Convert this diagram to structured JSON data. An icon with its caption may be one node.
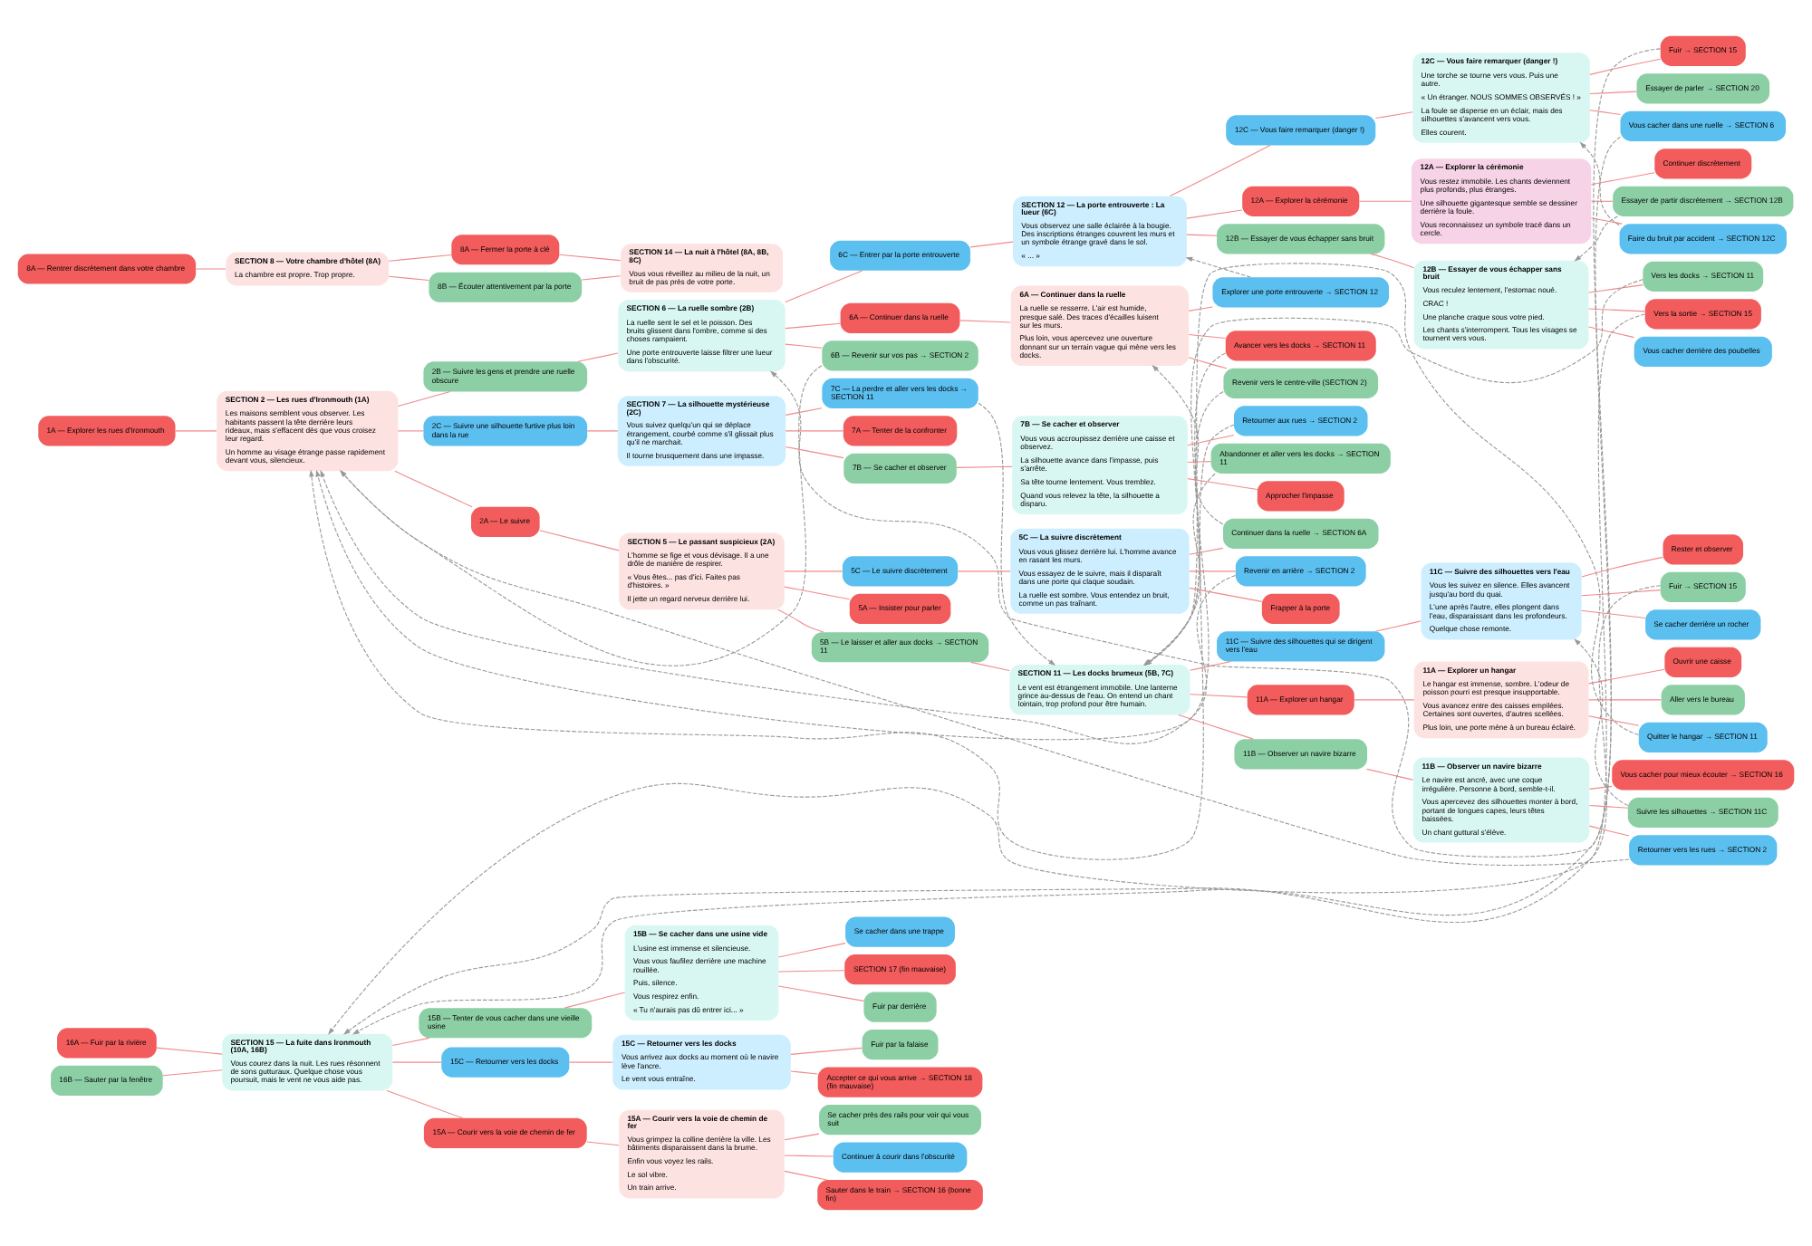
{
  "diagram": {
    "nodes": [
      {
        "text": [
          "1A — Explorer les rues d'Ironmouth"
        ]
      },
      {
        "text": [
          "SECTION 2 — Les rues d'Ironmouth (1A)",
          "Les maisons semblent vous observer. Les habitants passent la tête derrière leurs rideaux, mais s'effacent dès que vous croisez leur regard.",
          "Un homme au visage étrange passe rapidement devant vous, silencieux."
        ]
      },
      {
        "text": [
          "2A — Le suivre"
        ]
      },
      {
        "text": [
          "2B — Suivre les gens et prendre une ruelle obscure"
        ]
      },
      {
        "text": [
          "2C — Suivre une silhouette furtive plus loin dans la rue"
        ]
      },
      {
        "text": [
          "SECTION 5 — Le passant suspicieux (2A)",
          "L'homme se fige et vous dévisage. Il a une drôle de manière de respirer.",
          "« Vous êtes... pas d'ici. Faites pas d'histoires. »",
          "Il jette un regard nerveux derrière lui."
        ]
      },
      {
        "text": [
          "5A — Insister pour parler"
        ]
      },
      {
        "text": [
          "5B — Le laisser et aller aux docks → SECTION 11"
        ]
      },
      {
        "text": [
          "5C — Le suivre discrètement"
        ]
      },
      {
        "text": [
          "SECTION 11 — Les docks brumeux (5B, 7C)",
          "Le vent est étrangement immobile. Une lanterne grince au-dessus de l'eau. On entend un chant lointain, trop profond pour être humain."
        ]
      },
      {
        "text": [
          "11A — Explorer un hangar"
        ]
      },
      {
        "text": [
          "11B — Observer un navire bizarre"
        ]
      },
      {
        "text": [
          "11C — Suivre des silhouettes qui se dirigent vers l'eau"
        ]
      },
      {
        "text": [
          "11A — Explorer un hangar",
          "Le hangar est immense, sombre. L'odeur de poisson pourri est presque insupportable.",
          "Vous avancez entre des caisses empilées. Certaines sont ouvertes, d'autres scellées.",
          "Plus loin, une porte mène à un bureau éclairé."
        ]
      },
      {
        "text": [
          "Ouvrir une caisse"
        ]
      },
      {
        "text": [
          "Aller vers le bureau"
        ]
      },
      {
        "text": [
          "Quitter le hangar → SECTION 11"
        ]
      },
      {
        "text": [
          "11B — Observer un navire bizarre",
          "Le navire est ancré, avec une coque irrégulière. Personne à bord, semble-t-il.",
          "Vous apercevez des silhouettes monter à bord, portant de longues capes, leurs têtes baissées.",
          "Un chant guttural s'élève."
        ]
      },
      {
        "text": [
          "Vous cacher pour mieux écouter → SECTION 16"
        ]
      },
      {
        "text": [
          "Suivre les silhouettes → SECTION 11C"
        ]
      },
      {
        "text": [
          "Retourner vers les rues → SECTION 2"
        ]
      },
      {
        "text": [
          "11C — Suivre des silhouettes vers l'eau",
          "Vous les suivez en silence. Elles avancent jusqu'au bord du quai.",
          "L'une après l'autre, elles plongent dans l'eau, disparaissant dans les profondeurs.",
          "Quelque chose remonte."
        ]
      },
      {
        "text": [
          "Rester et observer"
        ]
      },
      {
        "text": [
          "Fuir → SECTION 15"
        ]
      },
      {
        "text": [
          "Se cacher derrière un rocher"
        ]
      },
      {
        "text": [
          "5C — La suivre discrètement",
          "Vous vous glissez derrière lui. L'homme avance en rasant les murs.",
          "Vous essayez de le suivre, mais il disparaît dans une porte qui claque soudain.",
          "La ruelle est sombre. Vous entendez un bruit, comme un pas traînant."
        ]
      },
      {
        "text": [
          "Frapper à la porte"
        ]
      },
      {
        "text": [
          "Continuer dans la ruelle → SECTION 6A"
        ]
      },
      {
        "text": [
          "Revenir en arrière → SECTION 2"
        ]
      },
      {
        "text": [
          "SECTION 6 — La ruelle sombre (2B)",
          "La ruelle sent le sel et le poisson. Des bruits glissent dans l'ombre, comme si des choses rampaient.",
          "Une porte entrouverte laisse filtrer une lueur dans l'obscurité."
        ]
      },
      {
        "text": [
          "6A — Continuer dans la ruelle"
        ]
      },
      {
        "text": [
          "6B — Revenir sur vos pas → SECTION 2"
        ]
      },
      {
        "text": [
          "6C — Entrer par la porte entrouverte"
        ]
      },
      {
        "text": [
          "6A — Continuer dans la ruelle",
          "La ruelle se resserre. L'air est humide, presque salé. Des traces d'écailles luisent sur les murs.",
          "Plus loin, vous apercevez une ouverture donnant sur un terrain vague qui mène vers les docks."
        ]
      },
      {
        "text": [
          "Avancer vers les docks → SECTION 11"
        ]
      },
      {
        "text": [
          "Revenir vers le centre-ville (SECTION 2)"
        ]
      },
      {
        "text": [
          "Explorer une porte entrouverte → SECTION 12"
        ]
      },
      {
        "text": [
          "SECTION 12 — La porte entrouverte : La lueur (6C)",
          "Vous observez une salle éclairée à la bougie. Des inscriptions étranges couvrent les murs et un symbole étrange gravé dans le sol.",
          "« ... »"
        ]
      },
      {
        "text": [
          "12A — Explorer la cérémonie"
        ]
      },
      {
        "text": [
          "12B — Essayer de vous échapper sans bruit"
        ]
      },
      {
        "text": [
          "12C — Vous faire remarquer (danger !)"
        ]
      },
      {
        "text": [
          "12A — Explorer la cérémonie",
          "Vous restez immobile. Les chants deviennent plus profonds, plus étranges.",
          "Une silhouette gigantesque semble se dessiner derrière la foule.",
          "Vous reconnaissez un symbole tracé dans un cercle."
        ]
      },
      {
        "text": [
          "Continuer discrètement"
        ]
      },
      {
        "text": [
          "Essayer de partir discrètement → SECTION 12B"
        ]
      },
      {
        "text": [
          "Faire du bruit par accident → SECTION 12C"
        ]
      },
      {
        "text": [
          "12B — Essayer de vous échapper sans bruit",
          "Vous reculez lentement, l'estomac noué.",
          "CRAC !",
          "Une planche craque sous votre pied.",
          "Les chants s'interrompent. Tous les visages se tournent vers vous."
        ]
      },
      {
        "text": [
          "Vers la sortie → SECTION 15"
        ]
      },
      {
        "text": [
          "Vers les docks → SECTION 11"
        ]
      },
      {
        "text": [
          "Vous cacher derrière des poubelles"
        ]
      },
      {
        "text": [
          "12C — Vous faire remarquer (danger !)",
          "Une torche se tourne vers vous. Puis une autre.",
          "« Un étranger. NOUS SOMMES OBSERVÉS ! »",
          "La foule se disperse en un éclair, mais des silhouettes s'avancent vers vous.",
          "Elles courent."
        ]
      },
      {
        "text": [
          "Fuir → SECTION 15"
        ]
      },
      {
        "text": [
          "Essayer de parler → SECTION 20"
        ]
      },
      {
        "text": [
          "Vous cacher dans une ruelle → SECTION 6"
        ]
      },
      {
        "text": [
          "SECTION 7 — La silhouette mystérieuse (2C)",
          "Vous suivez quelqu'un qui se déplace étrangement, courbé comme s'il glissait plus qu'il ne marchait.",
          "Il tourne brusquement dans une impasse."
        ]
      },
      {
        "text": [
          "7A — Tenter de la confronter"
        ]
      },
      {
        "text": [
          "7B — Se cacher et observer"
        ]
      },
      {
        "text": [
          "7C — La perdre et aller vers les docks → SECTION 11"
        ]
      },
      {
        "text": [
          "7B — Se cacher et observer",
          "Vous vous accroupissez derrière une caisse et observez.",
          "La silhouette avance dans l'impasse, puis s'arrête.",
          "Sa tête tourne lentement. Vous tremblez.",
          "Quand vous relevez la tête, la silhouette a disparu."
        ]
      },
      {
        "text": [
          "Approcher l'impasse"
        ]
      },
      {
        "text": [
          "Abandonner et aller vers les docks → SECTION 11"
        ]
      },
      {
        "text": [
          "Retourner aux rues → SECTION 2"
        ]
      },
      {
        "text": [
          "SECTION 15 — La fuite dans Ironmouth (10A, 16B)",
          "Vous courez dans la nuit. Les rues résonnent de sons gutturaux. Quelque chose vous poursuit, mais le vent ne vous aide pas."
        ]
      },
      {
        "text": [
          "16A — Fuir par la rivière"
        ]
      },
      {
        "text": [
          "16B — Sauter par la fenêtre"
        ]
      },
      {
        "text": [
          "15A — Courir vers la voie de chemin de fer"
        ]
      },
      {
        "text": [
          "15B — Tenter de vous cacher dans une vieille usine"
        ]
      },
      {
        "text": [
          "15C — Retourner vers les docks"
        ]
      },
      {
        "text": [
          "15A — Courir vers la voie de chemin de fer",
          "Vous grimpez la colline derrière la ville. Les bâtiments disparaissent dans la brume.",
          "Enfin vous voyez les rails.",
          "Le sol vibre.",
          "Un train arrive."
        ]
      },
      {
        "text": [
          "Sauter dans le train → SECTION 16 (bonne fin)"
        ]
      },
      {
        "text": [
          "Se cacher près des rails pour voir qui vous suit"
        ]
      },
      {
        "text": [
          "Continuer à courir dans l'obscurité"
        ]
      },
      {
        "text": [
          "15B — Se cacher dans une usine vide",
          "L'usine est immense et silencieuse.",
          "Vous vous faufilez derrière une machine rouillée.",
          "Puis, silence.",
          "Vous respirez enfin.",
          "« Tu n'aurais pas dû entrer ici... »"
        ]
      },
      {
        "text": [
          "SECTION 17 (fin mauvaise)"
        ]
      },
      {
        "text": [
          "Fuir par derrière"
        ]
      },
      {
        "text": [
          "Se cacher dans une trappe"
        ]
      },
      {
        "text": [
          "15C — Retourner vers les docks",
          "Vous arrivez aux docks au moment où le navire lève l'ancre.",
          "Le vent vous entraîne."
        ]
      },
      {
        "text": [
          "Accepter ce qui vous arrive → SECTION 18 (fin mauvaise)"
        ]
      },
      {
        "text": [
          "Fuir par la falaise"
        ]
      },
      {
        "text": [
          "8A — Rentrer discrètement dans votre chambre"
        ]
      },
      {
        "text": [
          "SECTION 8 — Votre chambre d'hôtel (8A)",
          "La chambre est propre. Trop propre."
        ]
      },
      {
        "text": [
          "8A — Fermer la porte à clé"
        ]
      },
      {
        "text": [
          "8B — Écouter attentivement par la porte"
        ]
      },
      {
        "text": [
          "SECTION 14 — La nuit à l'hôtel (8A, 8B, 8C)",
          "Vous vous réveillez au milieu de la nuit, un bruit de pas près de votre porte."
        ]
      }
    ],
    "edges": [
      {
        "from": 0,
        "to": 1,
        "arrow": "none"
      },
      {
        "from": 1,
        "to": 2,
        "arrow": "none"
      },
      {
        "from": 1,
        "to": 3,
        "arrow": "none"
      },
      {
        "from": 1,
        "to": 4,
        "arrow": "none"
      },
      {
        "from": 2,
        "to": 5,
        "arrow": "none"
      },
      {
        "from": 5,
        "to": 6,
        "arrow": "none"
      },
      {
        "from": 5,
        "to": 7,
        "arrow": "none"
      },
      {
        "from": 5,
        "to": 8,
        "arrow": "none"
      },
      {
        "from": 7,
        "to": 9,
        "arrow": "none"
      },
      {
        "from": 9,
        "to": 10,
        "arrow": "none"
      },
      {
        "from": 9,
        "to": 11,
        "arrow": "none"
      },
      {
        "from": 9,
        "to": 12,
        "arrow": "none"
      },
      {
        "from": 10,
        "to": 13,
        "arrow": "none"
      },
      {
        "from": 13,
        "to": 14,
        "arrow": "none"
      },
      {
        "from": 13,
        "to": 15,
        "arrow": "none"
      },
      {
        "from": 13,
        "to": 16,
        "arrow": "none"
      },
      {
        "from": 11,
        "to": 17,
        "arrow": "none"
      },
      {
        "from": 17,
        "to": 18,
        "arrow": "none"
      },
      {
        "from": 17,
        "to": 19,
        "arrow": "none"
      },
      {
        "from": 17,
        "to": 20,
        "arrow": "none"
      },
      {
        "from": 12,
        "to": 21,
        "arrow": "none"
      },
      {
        "from": 21,
        "to": 22,
        "arrow": "none"
      },
      {
        "from": 21,
        "to": 23,
        "arrow": "none"
      },
      {
        "from": 21,
        "to": 24,
        "arrow": "none"
      },
      {
        "from": 8,
        "to": 25,
        "arrow": "none"
      },
      {
        "from": 25,
        "to": 26,
        "arrow": "none"
      },
      {
        "from": 25,
        "to": 27,
        "arrow": "none"
      },
      {
        "from": 25,
        "to": 28,
        "arrow": "none"
      },
      {
        "from": 3,
        "to": 29,
        "arrow": "none"
      },
      {
        "from": 29,
        "to": 30,
        "arrow": "none"
      },
      {
        "from": 29,
        "to": 31,
        "arrow": "none"
      },
      {
        "from": 29,
        "to": 32,
        "arrow": "none"
      },
      {
        "from": 30,
        "to": 33,
        "arrow": "none"
      },
      {
        "from": 33,
        "to": 34,
        "arrow": "none"
      },
      {
        "from": 33,
        "to": 35,
        "arrow": "none"
      },
      {
        "from": 33,
        "to": 36,
        "arrow": "none"
      },
      {
        "from": 32,
        "to": 37,
        "arrow": "none"
      },
      {
        "from": 37,
        "to": 38,
        "arrow": "none"
      },
      {
        "from": 37,
        "to": 39,
        "arrow": "none"
      },
      {
        "from": 37,
        "to": 40,
        "arrow": "none"
      },
      {
        "from": 38,
        "to": 41,
        "arrow": "none"
      },
      {
        "from": 41,
        "to": 42,
        "arrow": "none"
      },
      {
        "from": 41,
        "to": 43,
        "arrow": "none"
      },
      {
        "from": 41,
        "to": 44,
        "arrow": "none"
      },
      {
        "from": 39,
        "to": 45,
        "arrow": "none"
      },
      {
        "from": 45,
        "to": 46,
        "arrow": "none"
      },
      {
        "from": 45,
        "to": 47,
        "arrow": "none"
      },
      {
        "from": 45,
        "to": 48,
        "arrow": "none"
      },
      {
        "from": 40,
        "to": 49,
        "arrow": "none"
      },
      {
        "from": 49,
        "to": 50,
        "arrow": "none"
      },
      {
        "from": 49,
        "to": 51,
        "arrow": "none"
      },
      {
        "from": 49,
        "to": 52,
        "arrow": "none"
      },
      {
        "from": 4,
        "to": 53,
        "arrow": "none"
      },
      {
        "from": 53,
        "to": 54,
        "arrow": "none"
      },
      {
        "from": 53,
        "to": 55,
        "arrow": "none"
      },
      {
        "from": 53,
        "to": 56,
        "arrow": "none"
      },
      {
        "from": 55,
        "to": 57,
        "arrow": "none"
      },
      {
        "from": 57,
        "to": 58,
        "arrow": "none"
      },
      {
        "from": 57,
        "to": 59,
        "arrow": "none"
      },
      {
        "from": 57,
        "to": 60,
        "arrow": "none"
      },
      {
        "from": 62,
        "to": 61,
        "arrow": "none"
      },
      {
        "from": 63,
        "to": 61,
        "arrow": "none"
      },
      {
        "from": 61,
        "to": 64,
        "arrow": "none"
      },
      {
        "from": 61,
        "to": 65,
        "arrow": "none"
      },
      {
        "from": 61,
        "to": 66,
        "arrow": "none"
      },
      {
        "from": 64,
        "to": 67,
        "arrow": "none"
      },
      {
        "from": 67,
        "to": 68,
        "arrow": "none"
      },
      {
        "from": 67,
        "to": 69,
        "arrow": "none"
      },
      {
        "from": 67,
        "to": 70,
        "arrow": "none"
      },
      {
        "from": 65,
        "to": 71,
        "arrow": "none"
      },
      {
        "from": 71,
        "to": 72,
        "arrow": "none"
      },
      {
        "from": 71,
        "to": 73,
        "arrow": "none"
      },
      {
        "from": 71,
        "to": 74,
        "arrow": "none"
      },
      {
        "from": 66,
        "to": 75,
        "arrow": "none"
      },
      {
        "from": 75,
        "to": 76,
        "arrow": "none"
      },
      {
        "from": 75,
        "to": 77,
        "arrow": "none"
      },
      {
        "from": 78,
        "to": 79,
        "arrow": "none"
      },
      {
        "from": 79,
        "to": 80,
        "arrow": "none"
      },
      {
        "from": 79,
        "to": 81,
        "arrow": "none"
      },
      {
        "from": 80,
        "to": 82,
        "arrow": "none"
      },
      {
        "from": 81,
        "to": 82,
        "arrow": "none"
      },
      {
        "from": 16,
        "to": 9,
        "arrow": "to",
        "style": "dashed",
        "color": "#999999"
      },
      {
        "from": 19,
        "to": 21,
        "arrow": "to",
        "style": "dashed",
        "color": "#999999"
      },
      {
        "from": 20,
        "to": 1,
        "arrow": "to",
        "style": "dashed",
        "color": "#999999"
      },
      {
        "from": 23,
        "to": 61,
        "arrow": "to",
        "style": "dashed",
        "color": "#999999"
      },
      {
        "from": 27,
        "to": 33,
        "arrow": "to",
        "style": "dashed",
        "color": "#999999"
      },
      {
        "from": 28,
        "to": 1,
        "arrow": "to",
        "style": "dashed",
        "color": "#999999"
      },
      {
        "from": 31,
        "to": 1,
        "arrow": "to",
        "style": "dashed",
        "color": "#999999"
      },
      {
        "from": 34,
        "to": 9,
        "arrow": "to",
        "style": "dashed",
        "color": "#999999"
      },
      {
        "from": 35,
        "to": 1,
        "arrow": "to",
        "style": "dashed",
        "color": "#999999"
      },
      {
        "from": 36,
        "to": 37,
        "arrow": "to",
        "style": "dashed",
        "color": "#999999"
      },
      {
        "from": 43,
        "to": 45,
        "arrow": "to",
        "style": "dashed",
        "color": "#999999"
      },
      {
        "from": 44,
        "to": 49,
        "arrow": "to",
        "style": "dashed",
        "color": "#999999"
      },
      {
        "from": 46,
        "to": 61,
        "arrow": "to",
        "style": "dashed",
        "color": "#999999"
      },
      {
        "from": 47,
        "to": 9,
        "arrow": "to",
        "style": "dashed",
        "color": "#999999"
      },
      {
        "from": 50,
        "to": 61,
        "arrow": "to",
        "style": "dashed",
        "color": "#999999"
      },
      {
        "from": 52,
        "to": 29,
        "arrow": "to",
        "style": "dashed",
        "color": "#999999"
      },
      {
        "from": 56,
        "to": 9,
        "arrow": "to",
        "style": "dashed",
        "color": "#999999"
      },
      {
        "from": 59,
        "to": 9,
        "arrow": "to",
        "style": "dashed",
        "color": "#999999"
      },
      {
        "from": 60,
        "to": 1,
        "arrow": "to",
        "style": "dashed",
        "color": "#999999"
      }
    ]
  }
}
